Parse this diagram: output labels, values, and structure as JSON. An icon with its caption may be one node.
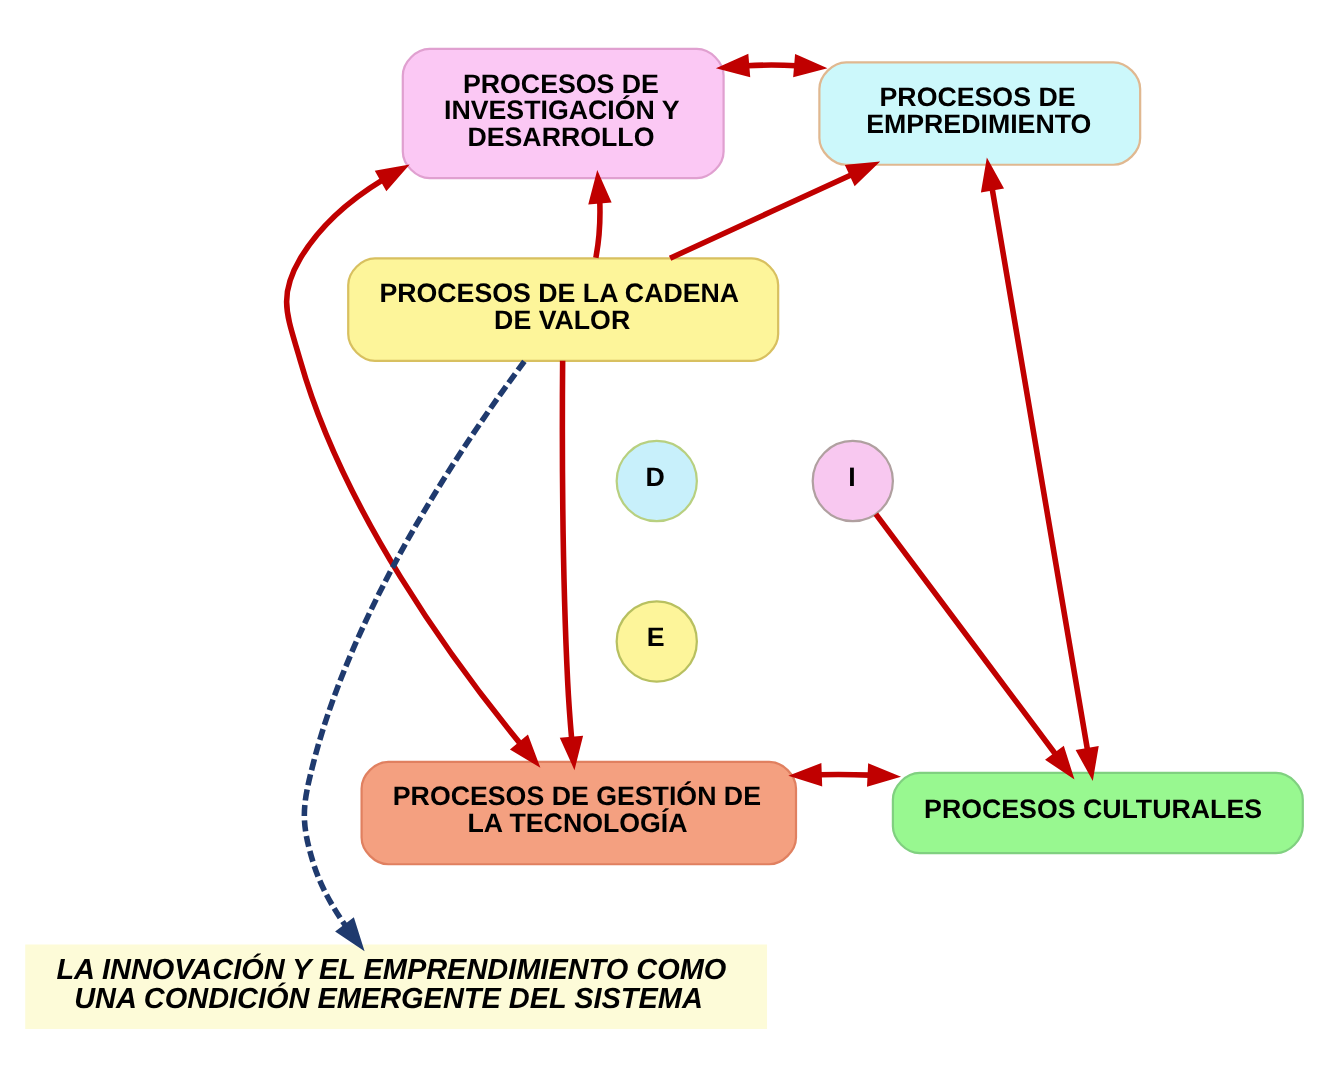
{
  "diagram": {
    "nodes": [
      {
        "text": [
          "PROCESOS DE INVESTIGACIÓN Y DESARROLLO"
        ]
      },
      {
        "text": [
          "PROCESOS DE EMPREDIMIENTO"
        ]
      },
      {
        "text": [
          "PROCESOS DE LA CADENA DE VALOR"
        ]
      },
      {
        "text": [
          "D"
        ]
      },
      {
        "text": [
          "I"
        ]
      },
      {
        "text": [
          "E"
        ]
      },
      {
        "text": [
          "PROCESOS DE GESTIÓN DE LA TECNOLOGÍA"
        ]
      },
      {
        "text": [
          "PROCESOS CULTURALES"
        ]
      },
      {
        "text": [
          "LA INNOVACIÓN Y EL EMPRENDIMIENTO COMO UNA CONDICIÓN EMERGENTE DEL SISTEMA"
        ]
      }
    ],
    "edges": [
      {
        "from": 0,
        "to": 1,
        "arrow": "both"
      },
      {
        "from": 2,
        "to": 0,
        "arrow": "to"
      },
      {
        "from": 2,
        "to": 1,
        "arrow": "to"
      },
      {
        "from": 0,
        "to": 6,
        "arrow": "both"
      },
      {
        "from": 1,
        "to": 7,
        "arrow": "both"
      },
      {
        "from": 2,
        "to": 6,
        "arrow": "to"
      },
      {
        "from": 4,
        "to": 7,
        "arrow": "to"
      },
      {
        "from": 6,
        "to": 7,
        "arrow": "both"
      },
      {
        "from": 2,
        "to": 8,
        "arrow": "to",
        "style": "dashed",
        "color": "#1f3a6e"
      }
    ]
  }
}
